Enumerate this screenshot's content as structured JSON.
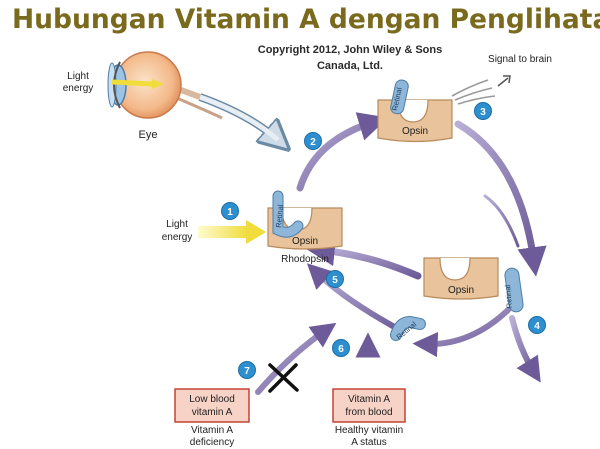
{
  "slide": {
    "title": "Hubungan Vitamin A dengan Penglihatan",
    "copyright_line1": "Copyright 2012, John Wiley & Sons",
    "copyright_line2": "Canada, Ltd."
  },
  "diagram": {
    "eye_label": "Eye",
    "eye_light_label_line1": "Light",
    "eye_light_label_line2": "energy",
    "light_energy_line1": "Light",
    "light_energy_line2": "energy",
    "signal_to_brain": "Signal to brain",
    "rhodopsin_label": "Rhodopsin",
    "opsin_label": "Opsin",
    "retinal_label": "Retinal",
    "step_numbers": [
      "1",
      "2",
      "3",
      "4",
      "5",
      "6",
      "7"
    ],
    "low_blood_box_line1": "Low blood",
    "low_blood_box_line2": "vitamin A",
    "deficiency_line1": "Vitamin A",
    "deficiency_line2": "deficiency",
    "from_blood_box_line1": "Vitamin A",
    "from_blood_box_line2": "from blood",
    "healthy_line1": "Healthy vitamin",
    "healthy_line2": "A status",
    "colors": {
      "title": "#7a6a1d",
      "step_circle": "#2e8fcf",
      "arrow_purple": "#7f6fa8",
      "protein": "#e9c39b",
      "retinal_tube": "#8db6d8",
      "red_box_fill": "#f7d2c6",
      "red_box_border": "#c0392b",
      "light_arrow": "#f3e35a"
    }
  }
}
